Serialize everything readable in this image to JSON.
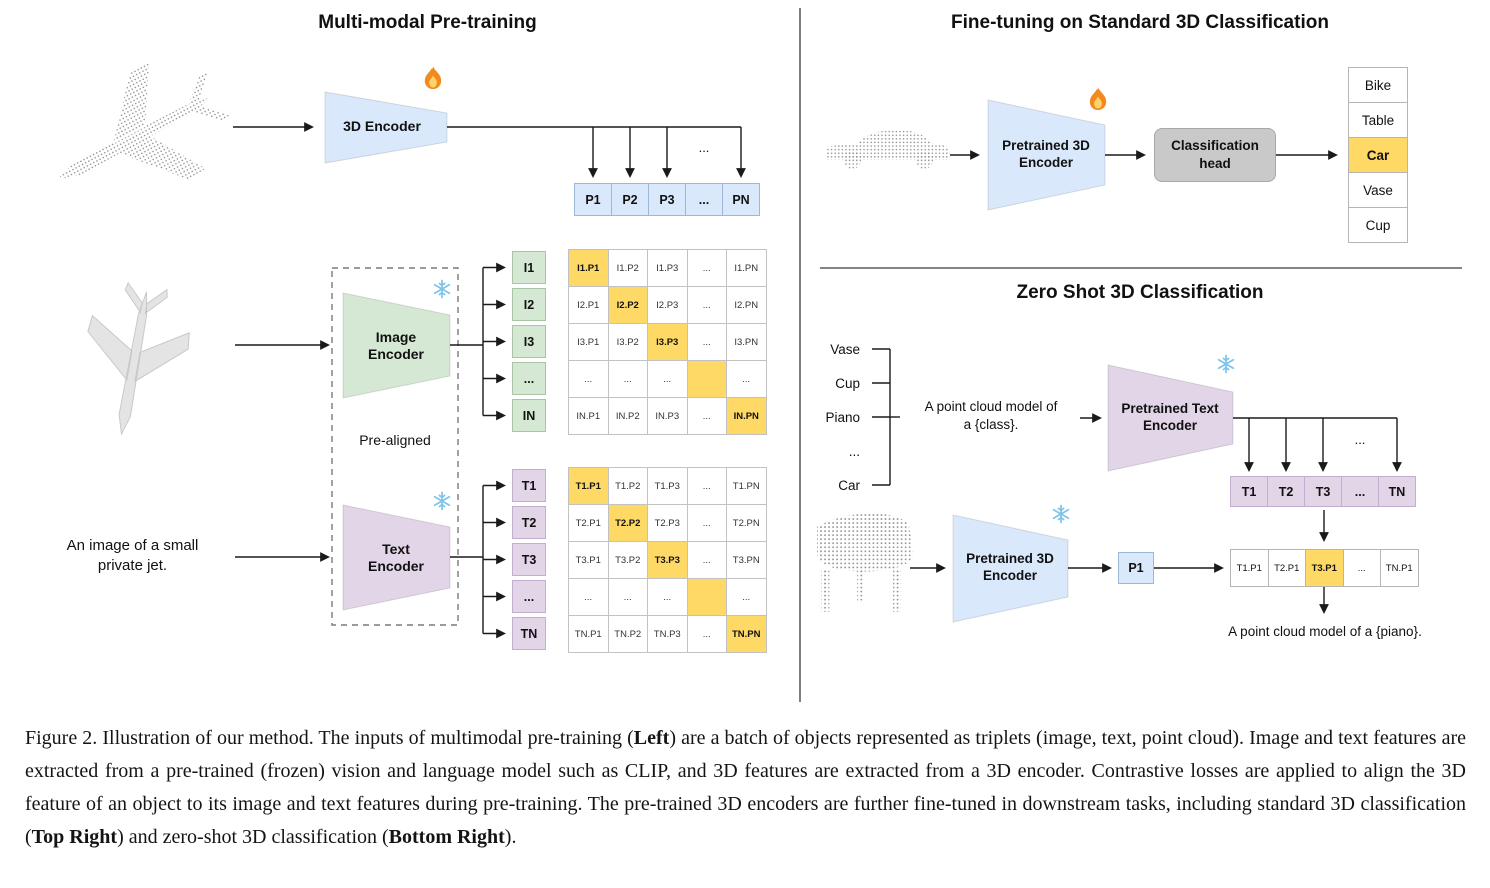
{
  "misc": {
    "dots": "..."
  },
  "colors": {
    "blue": "#dae8fc",
    "green": "#d5e8d4",
    "purple": "#e1d5e7",
    "orange": "#ffd966",
    "gray": "#c9c9c9"
  },
  "left": {
    "title": "Multi-modal Pre-training",
    "encoder_3d": {
      "label": "3D Encoder",
      "icon": "flame-icon"
    },
    "image_encoder": {
      "label": "Image\nEncoder",
      "icon": "snowflake-icon"
    },
    "text_encoder": {
      "label": "Text\nEncoder",
      "icon": "snowflake-icon"
    },
    "prealigned": "Pre-aligned",
    "input_text": "An image of a small\nprivate jet.",
    "p_row": [
      "P1",
      "P2",
      "P3",
      "...",
      "PN"
    ],
    "i_col": [
      "I1",
      "I2",
      "I3",
      "...",
      "IN"
    ],
    "t_col": [
      "T1",
      "T2",
      "T3",
      "...",
      "TN"
    ],
    "image_matrix": [
      [
        "I1.P1",
        "I1.P2",
        "I1.P3",
        "...",
        "I1.PN"
      ],
      [
        "I2.P1",
        "I2.P2",
        "I2.P3",
        "...",
        "I2.PN"
      ],
      [
        "I3.P1",
        "I3.P2",
        "I3.P3",
        "...",
        "I3.PN"
      ],
      [
        "...",
        "...",
        "...",
        "",
        "..."
      ],
      [
        "IN.P1",
        "IN.P2",
        "IN.P3",
        "...",
        "IN.PN"
      ]
    ],
    "text_matrix": [
      [
        "T1.P1",
        "T1.P2",
        "T1.P3",
        "...",
        "T1.PN"
      ],
      [
        "T2.P1",
        "T2.P2",
        "T2.P3",
        "...",
        "T2.PN"
      ],
      [
        "T3.P1",
        "T3.P2",
        "T3.P3",
        "...",
        "T3.PN"
      ],
      [
        "...",
        "...",
        "...",
        "",
        "..."
      ],
      [
        "TN.P1",
        "TN.P2",
        "TN.P3",
        "...",
        "TN.PN"
      ]
    ]
  },
  "top_right": {
    "title": "Fine-tuning on Standard 3D Classification",
    "encoder": {
      "label": "Pretrained 3D\nEncoder",
      "icon": "flame-icon"
    },
    "head": "Classification\nhead",
    "classes": [
      "Bike",
      "Table",
      "Car",
      "Vase",
      "Cup"
    ],
    "selected_class": "Car"
  },
  "bottom_right": {
    "title": "Zero Shot 3D Classification",
    "words": [
      "Vase",
      "Cup",
      "Piano",
      "...",
      "Car"
    ],
    "prompt": "A point cloud model of\na {class}.",
    "text_encoder": {
      "label": "Pretrained Text\nEncoder",
      "icon": "snowflake-icon"
    },
    "encoder_3d": {
      "label": "Pretrained 3D\nEncoder",
      "icon": "snowflake-icon"
    },
    "t_row": [
      "T1",
      "T2",
      "T3",
      "...",
      "TN"
    ],
    "p_cell": "P1",
    "result_row": [
      "T1.P1",
      "T2.P1",
      "T3.P1",
      "...",
      "TN.P1"
    ],
    "result_text": "A point cloud model of a {piano}."
  },
  "caption": {
    "segments": [
      {
        "t": "Figure 2. Illustration of our method. The inputs of multimodal pre-training (",
        "b": false
      },
      {
        "t": "Left",
        "b": true
      },
      {
        "t": ") are a batch of objects represented as triplets (image, text, point cloud). Image and text features are extracted from a pre-trained (frozen) vision and language model such as CLIP, and 3D features are extracted from a 3D encoder. Contrastive losses are applied to align the 3D feature of an object to its image and text features during pre-training. The pre-trained 3D encoders are further fine-tuned in downstream tasks, including standard 3D classification (",
        "b": false
      },
      {
        "t": "Top Right",
        "b": true
      },
      {
        "t": ") and zero-shot 3D classification (",
        "b": false
      },
      {
        "t": "Bottom Right",
        "b": true
      },
      {
        "t": ").",
        "b": false
      }
    ]
  }
}
